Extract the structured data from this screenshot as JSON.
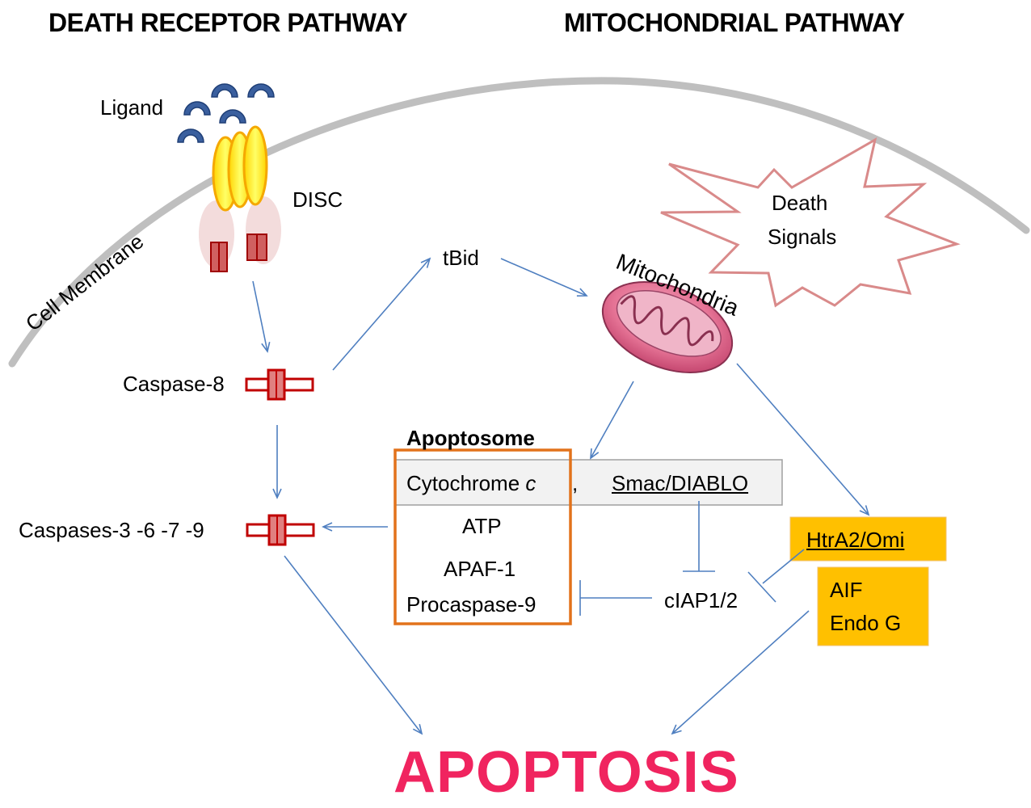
{
  "headers": {
    "death_receptor": "DEATH RECEPTOR PATHWAY",
    "mitochondrial": "MITOCHONDRIAL PATHWAY"
  },
  "labels": {
    "ligand": "Ligand",
    "disc": "DISC",
    "cell_membrane": "Cell Membrane",
    "tbid": "tBid",
    "mitochondria": "Mitochondria",
    "death_signals_1": "Death",
    "death_signals_2": "Signals",
    "caspase8": "Caspase-8",
    "caspases": "Caspases-3 -6 -7 -9",
    "ciap": "cIAP1/2",
    "apoptosis": "APOPTOSIS"
  },
  "apoptosome": {
    "title": "Apoptosome",
    "cytochrome": "Cytochrome",
    "cytochrome_c": "c",
    "comma": ",",
    "smac": "Smac/DIABLO",
    "atp": "ATP",
    "apaf": "APAF-1",
    "procaspase": "Procaspase-9"
  },
  "orange_boxes": {
    "htra2": "HtrA2/Omi",
    "aif": "AIF",
    "endog": "Endo G"
  },
  "colors": {
    "arrow": "#4f7fc0",
    "orange_border": "#e2721b",
    "gold_fill": "#ffc000",
    "apoptosis": "#f0245f",
    "caspase_red": "#c00000",
    "membrane": "#bfbfbf",
    "ligand_blue": "#3a5f9e",
    "star_outline": "#d98a8a"
  }
}
